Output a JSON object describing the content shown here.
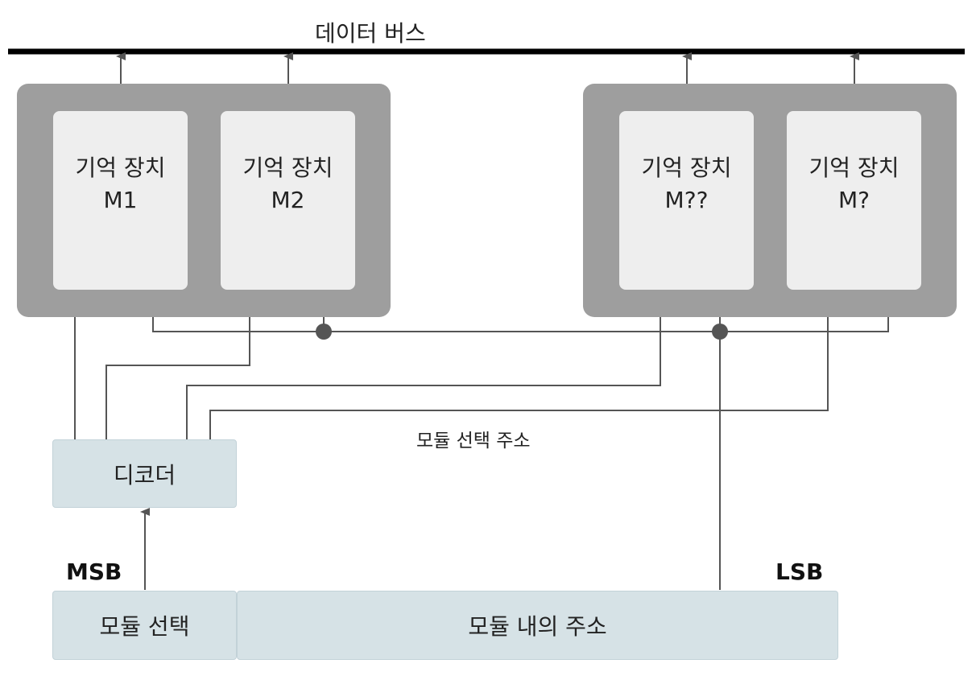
{
  "bus": {
    "label": "데이터 버스"
  },
  "modules": [
    {
      "line1": "기억 장치",
      "line2": "M1"
    },
    {
      "line1": "기억 장치",
      "line2": "M2"
    },
    {
      "line1": "기억 장치",
      "line2": "M??"
    },
    {
      "line1": "기억 장치",
      "line2": "M?"
    }
  ],
  "decoder": {
    "label": "디코더"
  },
  "module_select_address": {
    "label": "모듈 선택 주소"
  },
  "address_register": {
    "msb_label": "MSB",
    "lsb_label": "LSB",
    "module_select": "모듈 선택",
    "in_module_address": "모듈 내의 주소"
  },
  "colors": {
    "group": "#9e9e9e",
    "module": "#eeeeee",
    "decoder": "#d6e2e6",
    "wire": "#555555",
    "bus": "#000000"
  }
}
